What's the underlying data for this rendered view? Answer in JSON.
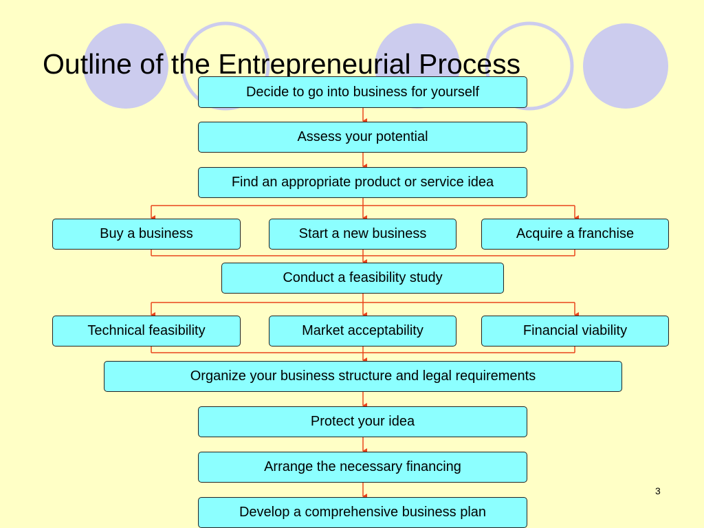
{
  "slide": {
    "title": "Outline of the Entrepreneurial Process",
    "page_number": "3"
  },
  "colors": {
    "background": "#ffffc6",
    "circle_fill": "#ccccee",
    "box_fill": "#8cffff",
    "connector": "#e8441c"
  },
  "steps": {
    "decide": "Decide to go into business for yourself",
    "assess": "Assess your potential",
    "find_idea": "Find an appropriate product or service idea",
    "buy": "Buy a business",
    "start_new": "Start a new business",
    "franchise": "Acquire a franchise",
    "feasibility": "Conduct a feasibility study",
    "technical": "Technical feasibility",
    "market": "Market acceptability",
    "financial": "Financial viability",
    "organize": "Organize your business structure and legal requirements",
    "protect": "Protect your idea",
    "financing": "Arrange the necessary financing",
    "plan": "Develop a comprehensive business plan"
  }
}
